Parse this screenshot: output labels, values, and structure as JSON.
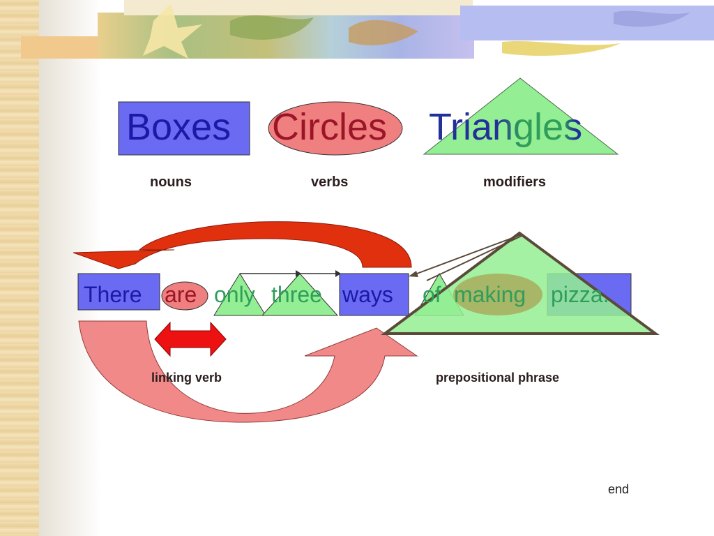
{
  "slide": {
    "title_row": {
      "boxes": "Boxes",
      "circles": "Circles",
      "triangles": "Triangles"
    },
    "categories": {
      "nouns": "nouns",
      "verbs": "verbs",
      "modifiers": "modifiers"
    },
    "sentence": {
      "w1": "There",
      "w2": "are",
      "w3": "only",
      "w4": "three",
      "w5": "ways",
      "w6": "of",
      "w7": "making",
      "w8": "pizza."
    },
    "annotations": {
      "linking_verb": "linking verb",
      "prepositional_phrase": "prepositional phrase"
    },
    "footer": {
      "end": "end"
    }
  },
  "colors": {
    "box_fill": "#6a6af2",
    "circle_fill": "#f08080",
    "triangle_fill": "#94ee94",
    "arrow_red": "#e0300e",
    "arrow_pink": "#f08080",
    "noun_text": "#1a1aa8",
    "verb_text": "#9c1428",
    "modifier_text": "#2e9e5a"
  }
}
